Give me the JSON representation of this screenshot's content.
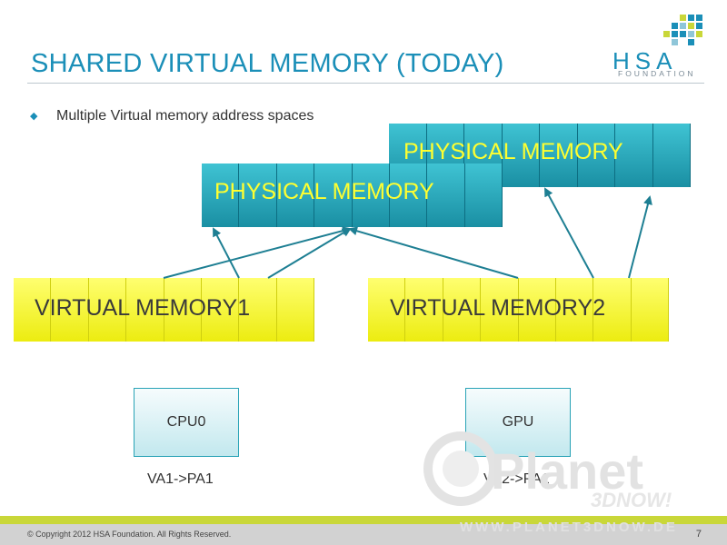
{
  "slide": {
    "title": "SHARED VIRTUAL MEMORY (TODAY)",
    "bullet": "Multiple Virtual memory address spaces"
  },
  "logo": {
    "name": "HSA",
    "sub": "FOUNDATION"
  },
  "memory": {
    "physical_front": "PHYSICAL MEMORY",
    "physical_back": "PHYSICAL MEMORY",
    "virtual1": "VIRTUAL MEMORY1",
    "virtual2": "VIRTUAL MEMORY2"
  },
  "processors": {
    "cpu": "CPU0",
    "gpu": "GPU",
    "cpu_mapping": "VA1->PA1",
    "gpu_mapping": "VA2->PA1"
  },
  "watermark": {
    "line1": "Planet",
    "line2": "3DNOW!",
    "line3": "WWW.PLANET3DNOW.DE"
  },
  "footer": {
    "copyright": "© Copyright 2012 HSA Foundation.  All Rights Reserved.",
    "page": "7"
  },
  "colors": {
    "accent": "#1b8fb8",
    "physical_fill": "#27aabf",
    "virtual_fill": "#f5f53a",
    "physical_text": "#ffff30",
    "footer_band": "#c9d739"
  }
}
